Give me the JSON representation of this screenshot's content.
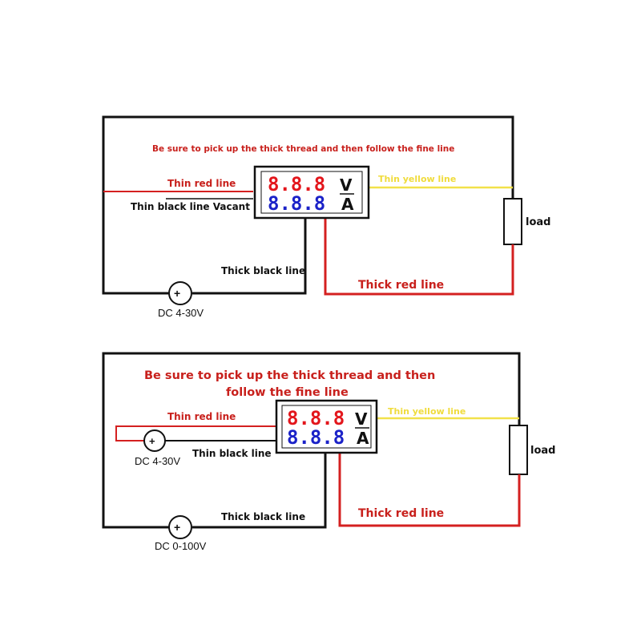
{
  "colors": {
    "wire_black": "#111111",
    "wire_red": "#d42020",
    "wire_yellow": "#f2e14a",
    "text_red": "#c8201c",
    "digits_red": "#e3161c",
    "digits_blue": "#1b22c8",
    "text_yellow": "#f0dc3c"
  },
  "diagram1": {
    "warning": "Be sure to pick up the thick thread and then follow the fine line",
    "thin_red": "Thin red line",
    "thin_black": "Thin black line Vacant",
    "thin_yellow": "Thin yellow line",
    "thick_black": "Thick black line",
    "thick_red": "Thick red line",
    "load": "load",
    "source": "DC 4-30V",
    "display_top": "8.8.8",
    "display_bottom": "8.8.8",
    "unit_top": "V",
    "unit_bottom": "A"
  },
  "diagram2": {
    "warning_line1": "Be sure to pick up the thick thread and then",
    "warning_line2": "follow the fine line",
    "thin_red": "Thin red line",
    "thin_black": "Thin black line",
    "thin_yellow": "Thin yellow line",
    "thick_black": "Thick black line",
    "thick_red": "Thick red line",
    "load": "load",
    "source_small": "DC 4-30V",
    "source_main": "DC 0-100V",
    "display_top": "8.8.8",
    "display_bottom": "8.8.8",
    "unit_top": "V",
    "unit_bottom": "A"
  }
}
